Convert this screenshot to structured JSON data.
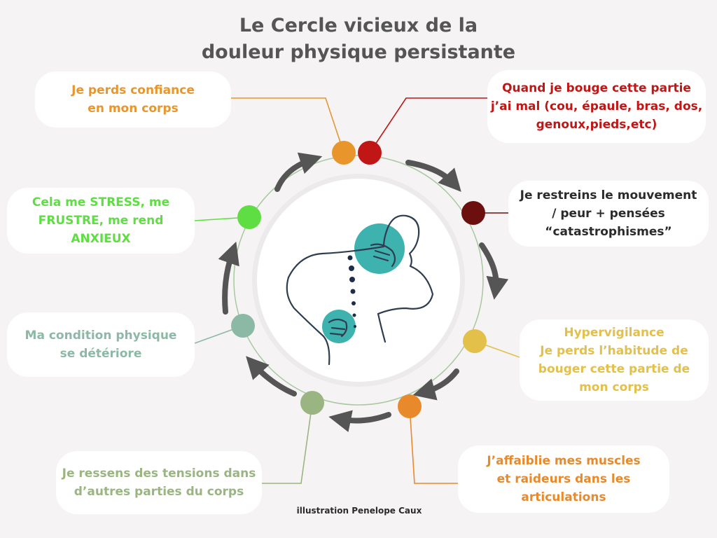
{
  "title": {
    "line1": "Le Cercle vicieux de la",
    "line2": "douleur physique persistante"
  },
  "steps": [
    {
      "lines": [
        "Quand je bouge cette partie",
        "j’ai mal (cou, épaule, bras, dos,",
        "genoux,pieds,etc)"
      ],
      "color": "#c01616"
    },
    {
      "lines": [
        "Je restreins le mouvement",
        "/ peur + pensées",
        "“catastrophismes”"
      ],
      "color": "#2b2b2b",
      "dot_color": "#6b0f0f"
    },
    {
      "lines": [
        "Hypervigilance",
        "Je perds l’habitude de",
        "bouger cette partie de",
        "mon corps"
      ],
      "color": "#e3c04a"
    },
    {
      "lines": [
        "J’affaiblie mes muscles",
        "et raideurs dans les",
        "articulations"
      ],
      "color": "#e8892b"
    },
    {
      "lines": [
        "Je ressens des tensions dans",
        "d’autres parties du corps"
      ],
      "color": "#9ab581"
    },
    {
      "lines": [
        "Ma condition physique",
        "se détériore"
      ],
      "color": "#8bb9a6"
    },
    {
      "lines": [
        "Cela me STRESS, me",
        "FRUSTRE, me rend",
        "ANXIEUX"
      ],
      "color": "#5fde43"
    },
    {
      "lines": [
        "Je perds confiance",
        "en mon corps"
      ],
      "color": "#e8962b"
    }
  ],
  "credit": "illustration Penelope Caux",
  "colors": {
    "background": "#f5f3f3",
    "arrow": "#555555",
    "ring": "#a8c8a0",
    "accent_teal": "#1ca5a0",
    "figure_line": "#2f3d52"
  },
  "icons": [
    "circular-arrow-icon",
    "neck-back-pain-figure-icon"
  ]
}
